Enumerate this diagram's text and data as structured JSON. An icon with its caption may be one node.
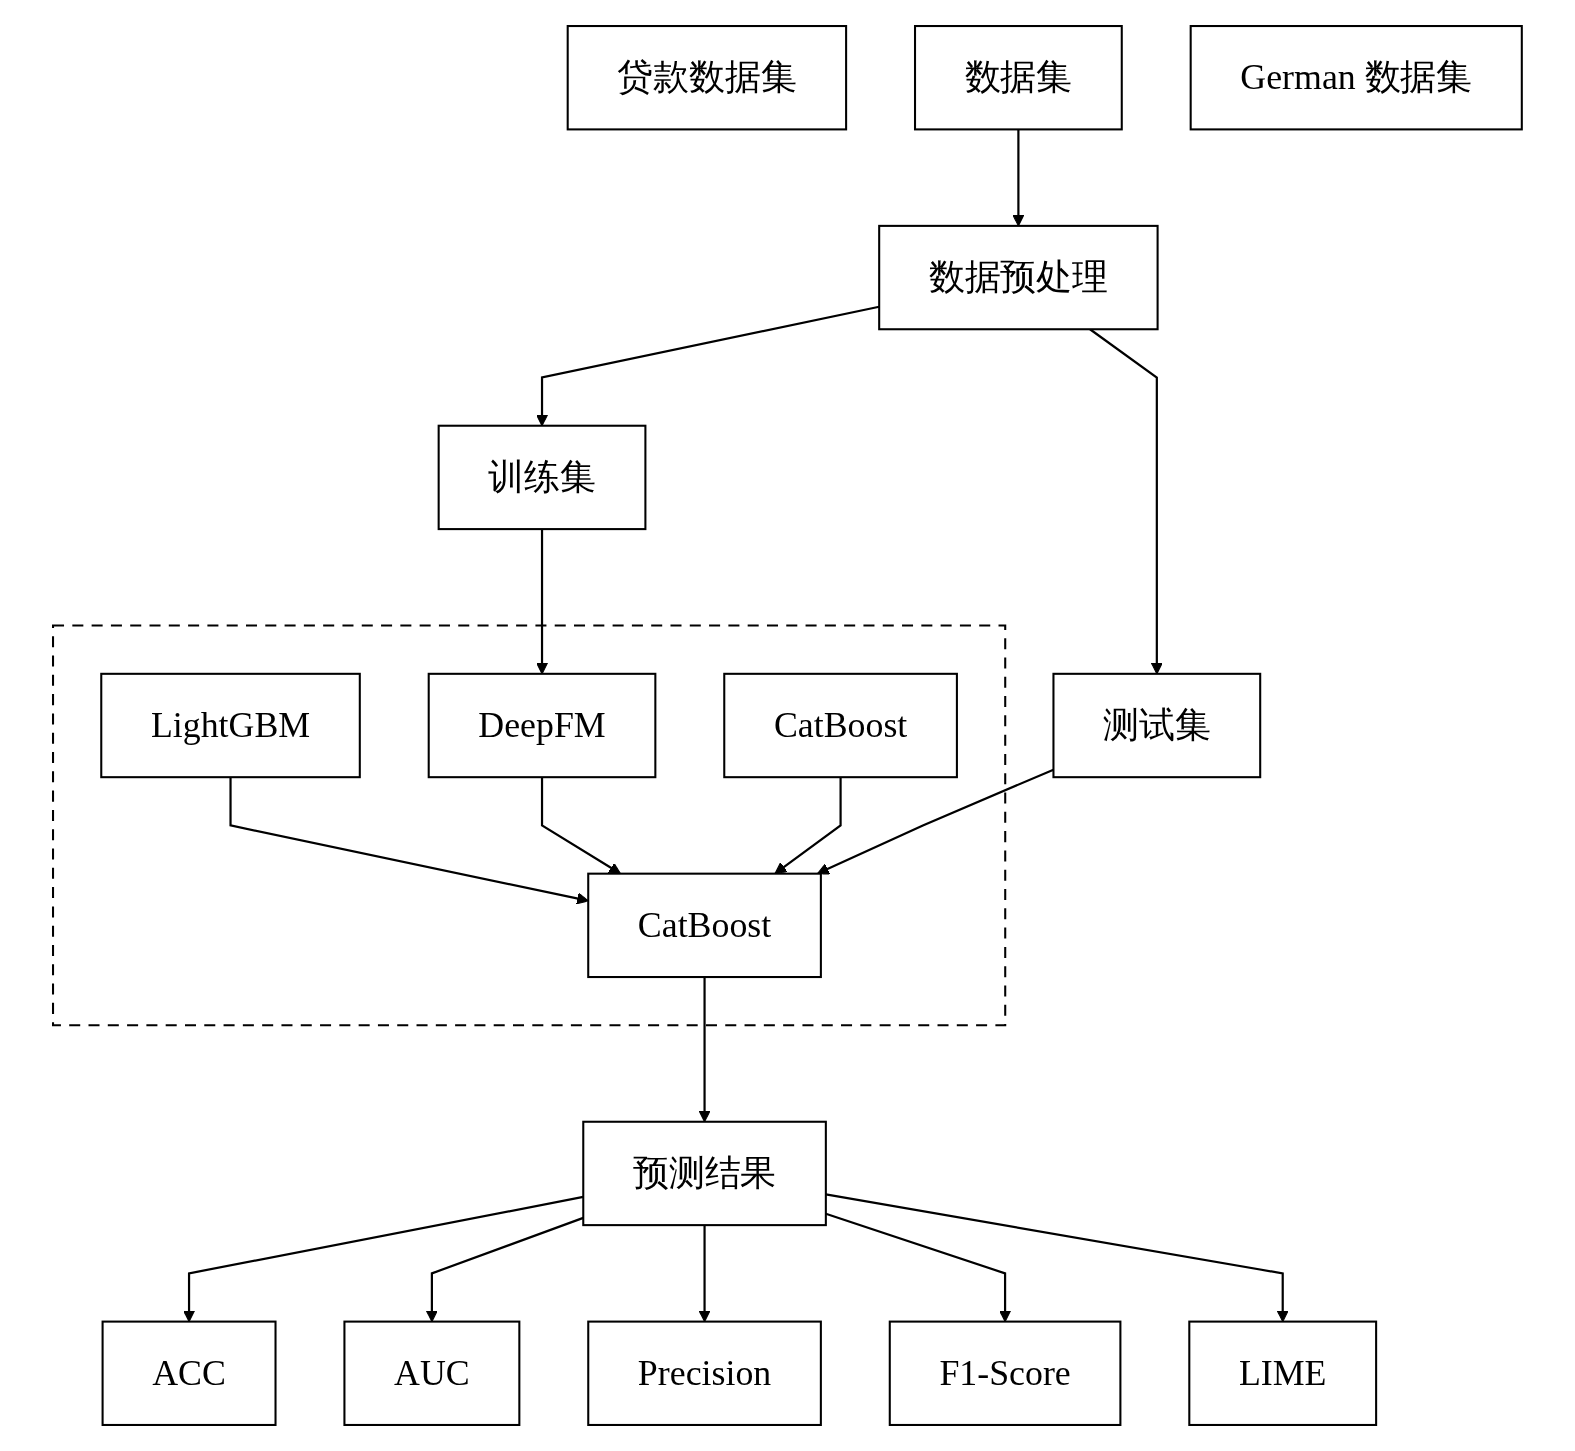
{
  "diagram": {
    "nodes": [
      {
        "text": [
          "贷款数据集"
        ]
      },
      {
        "text": [
          "数据集"
        ]
      },
      {
        "text": [
          "German 数据集"
        ]
      },
      {
        "text": [
          "数据预处理"
        ]
      },
      {
        "text": [
          "训练集"
        ]
      },
      {
        "text": [
          "测试集"
        ]
      },
      {
        "text": [],
        "shape": "box"
      },
      {
        "text": [
          "LightGBM"
        ],
        "in": 6
      },
      {
        "text": [
          "DeepFM"
        ],
        "in": 6
      },
      {
        "text": [
          "CatBoost"
        ],
        "in": 6
      },
      {
        "text": [
          "CatBoost"
        ],
        "in": 6
      },
      {
        "text": [
          "预测结果"
        ]
      },
      {
        "text": [
          "ACC"
        ]
      },
      {
        "text": [
          "AUC"
        ]
      },
      {
        "text": [
          "Precision"
        ]
      },
      {
        "text": [
          "F1-Score"
        ]
      },
      {
        "text": [
          "LIME"
        ]
      }
    ],
    "edges": [
      {
        "from": 1,
        "to": 3,
        "arrow": "to"
      },
      {
        "from": 3,
        "to": 4,
        "arrow": "to"
      },
      {
        "from": 3,
        "to": 5,
        "arrow": "to"
      },
      {
        "from": 4,
        "to": 8,
        "arrow": "to"
      },
      {
        "from": 7,
        "to": 10,
        "arrow": "to"
      },
      {
        "from": 8,
        "to": 10,
        "arrow": "to"
      },
      {
        "from": 9,
        "to": 10,
        "arrow": "to"
      },
      {
        "from": 5,
        "to": 10,
        "arrow": "to"
      },
      {
        "from": 10,
        "to": 11,
        "arrow": "to"
      },
      {
        "from": 11,
        "to": 12,
        "arrow": "to"
      },
      {
        "from": 11,
        "to": 13,
        "arrow": "to"
      },
      {
        "from": 11,
        "to": 14,
        "arrow": "to"
      },
      {
        "from": 11,
        "to": 15,
        "arrow": "to"
      },
      {
        "from": 11,
        "to": 16,
        "arrow": "to"
      }
    ]
  }
}
